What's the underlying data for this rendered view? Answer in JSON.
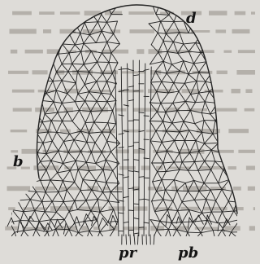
{
  "figure": {
    "labels": {
      "d": "d",
      "b": "b",
      "pr": "pr",
      "pb": "pb"
    },
    "colors": {
      "paper": "#dedcd8",
      "ink": "#222222",
      "bleed": "#b4b0aa"
    }
  }
}
